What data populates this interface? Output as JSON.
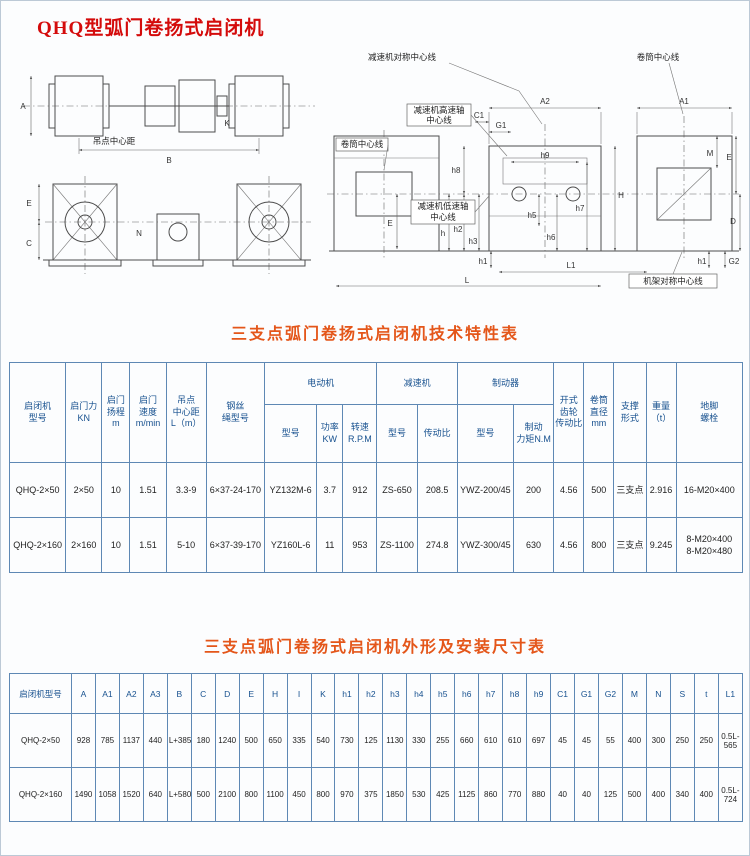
{
  "page": {
    "title": "QHQ型弧门卷扬式启闭机"
  },
  "diagram": {
    "callouts": {
      "hoist_span": "吊点中心距",
      "reducer_sym": "减速机对称中心线",
      "drum_center_top": "卷筒中心线",
      "reducer_high": "减速机高速轴",
      "reducer_low": "减速机低速轴",
      "center_line": "中心线",
      "drum_center_left": "卷筒中心线",
      "frame_sym": "机架对称中心线"
    },
    "dims": {
      "A": "A",
      "B": "B",
      "K": "K",
      "E": "E",
      "C": "C",
      "N": "N",
      "A1": "A1",
      "A2": "A2",
      "C1": "C1",
      "G1": "G1",
      "G2": "G2",
      "H": "H",
      "D": "D",
      "M": "M",
      "L": "L",
      "L1": "L1",
      "h": "h",
      "h1": "h1",
      "h2": "h2",
      "h3": "h3",
      "h5": "h5",
      "h6": "h6",
      "h7": "h7",
      "h8": "h8",
      "h9": "h9"
    }
  },
  "table1": {
    "title": "三支点弧门卷扬式启闭机技术特性表",
    "h": {
      "model": "启闭机\n型号",
      "force": "启门力\nKN",
      "lift": "启门\n扬程\nm",
      "speed": "启门\n速度\nm/min",
      "span": "吊点\n中心距\nL（m）",
      "rope": "钢丝\n绳型号",
      "motor": "电动机",
      "motor_model": "型号",
      "motor_power": "功率\nKW",
      "motor_rpm": "转速\nR.P.M",
      "reducer": "减速机",
      "reducer_model": "型号",
      "reducer_ratio": "传动比",
      "brake": "制动器",
      "brake_model": "型号",
      "brake_torque": "制动\n力矩N.M",
      "open_gear": "开式\n齿轮\n传动比",
      "drum_dia": "卷筒\n直径\nmm",
      "support": "支撑\n形式",
      "weight": "重量\n（t）",
      "anchor": "地脚\n螺栓"
    },
    "rows": [
      [
        "QHQ-2×50",
        "2×50",
        "10",
        "1.51",
        "3.3-9",
        "6×37-24-170",
        "YZ132M-6",
        "3.7",
        "912",
        "ZS-650",
        "208.5",
        "YWZ-200/45",
        "200",
        "4.56",
        "500",
        "三支点",
        "2.916",
        "16-M20×400"
      ],
      [
        "QHQ-2×160",
        "2×160",
        "10",
        "1.51",
        "5-10",
        "6×37-39-170",
        "YZ160L-6",
        "11",
        "953",
        "ZS-1100",
        "274.8",
        "YWZ-300/45",
        "630",
        "4.56",
        "800",
        "三支点",
        "9.245",
        "8-M20×400\n8-M20×480"
      ]
    ]
  },
  "table2": {
    "title": "三支点弧门卷扬式启闭机外形及安装尺寸表",
    "headers": [
      "启闭机型号",
      "A",
      "A1",
      "A2",
      "A3",
      "B",
      "C",
      "D",
      "E",
      "H",
      "I",
      "K",
      "h1",
      "h2",
      "h3",
      "h4",
      "h5",
      "h6",
      "h7",
      "h8",
      "h9",
      "C1",
      "G1",
      "G2",
      "M",
      "N",
      "S",
      "t",
      "L1"
    ],
    "rows": [
      [
        "QHQ-2×50",
        "928",
        "785",
        "1137",
        "440",
        "L+385",
        "180",
        "1240",
        "500",
        "650",
        "335",
        "540",
        "730",
        "125",
        "1130",
        "330",
        "255",
        "660",
        "610",
        "610",
        "697",
        "45",
        "45",
        "55",
        "400",
        "300",
        "250",
        "250",
        "0.5L-565"
      ],
      [
        "QHQ-2×160",
        "1490",
        "1058",
        "1520",
        "640",
        "L+580",
        "500",
        "2100",
        "800",
        "1100",
        "450",
        "800",
        "970",
        "375",
        "1850",
        "530",
        "425",
        "1125",
        "860",
        "770",
        "880",
        "40",
        "40",
        "125",
        "500",
        "400",
        "340",
        "400",
        "0.5L-724"
      ]
    ]
  }
}
